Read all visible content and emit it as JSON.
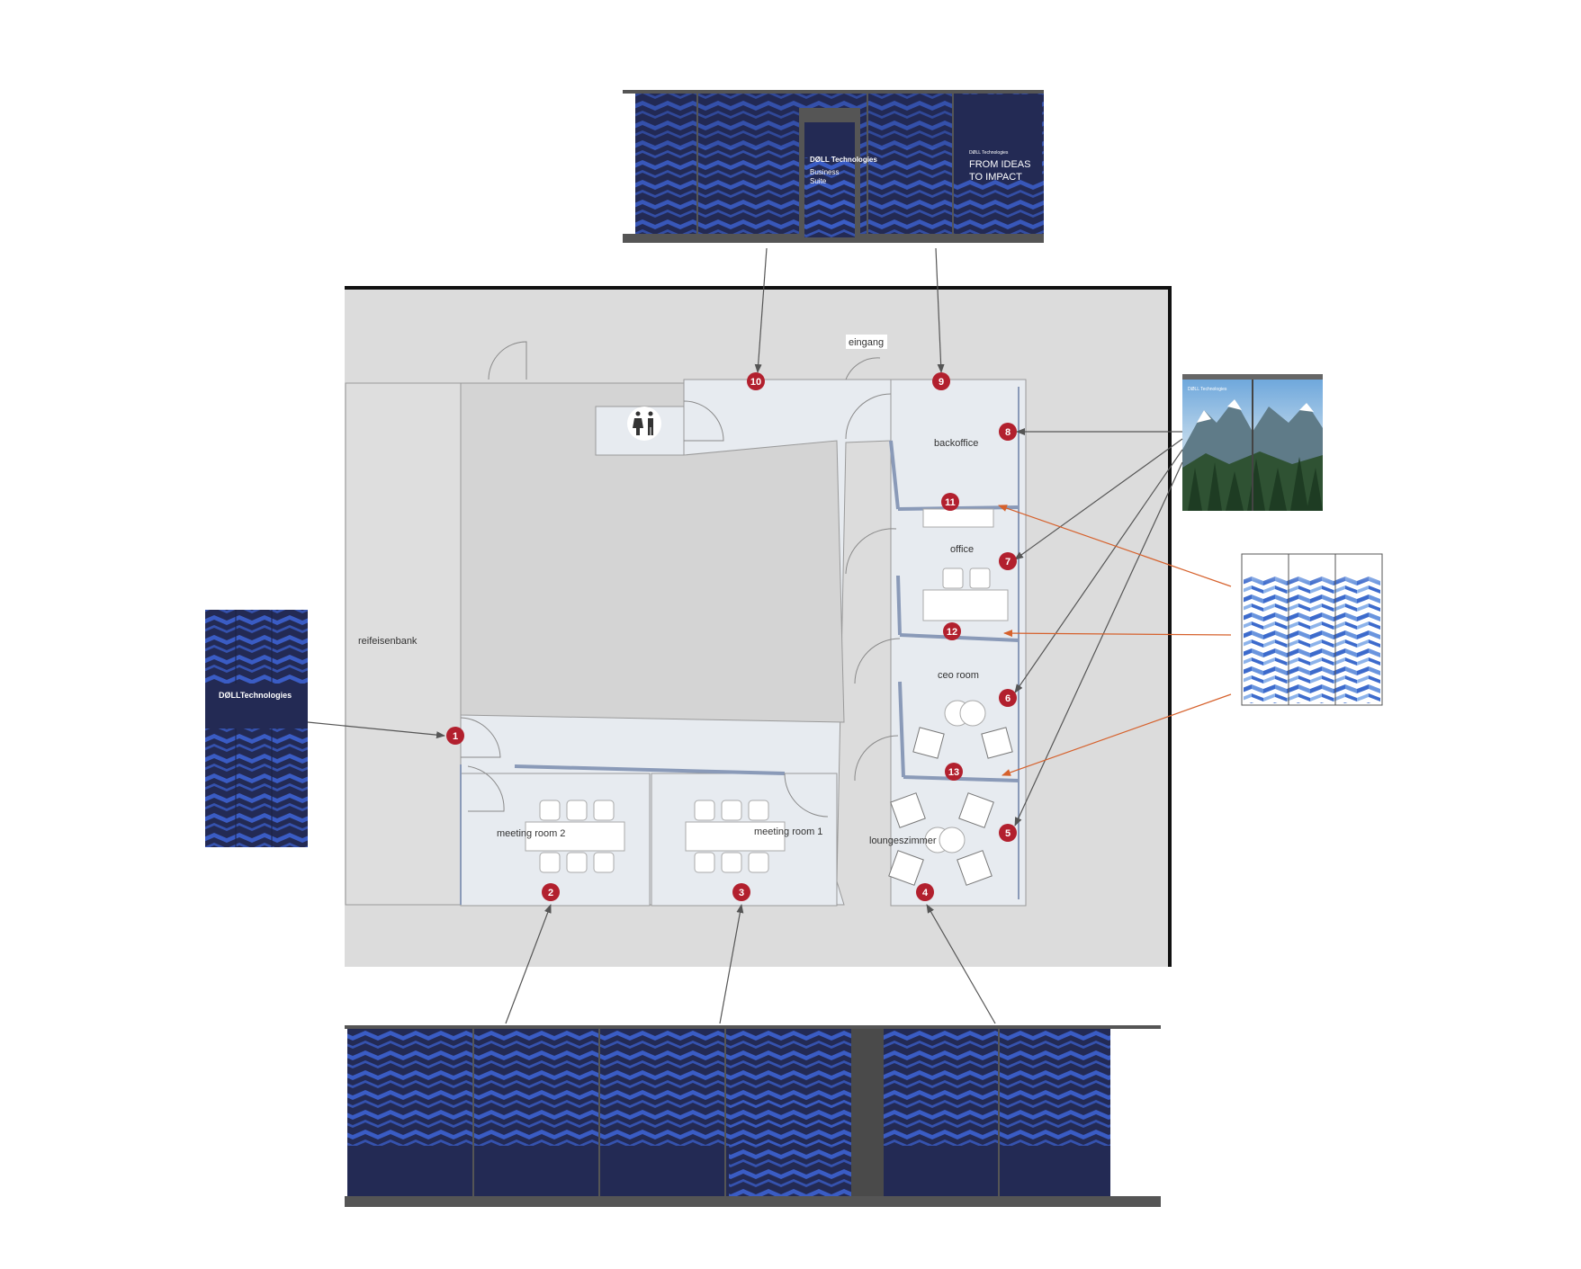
{
  "rooms": {
    "reifeisenbank": "reifeisenbank",
    "eingang": "eingang",
    "backoffice": "backoffice",
    "office": "office",
    "ceo_room": "ceo room",
    "loungeszimmer": "loungeszimmer",
    "meeting_room_1": "meeting room 1",
    "meeting_room_2": "meeting room 2"
  },
  "markers": [
    "1",
    "2",
    "3",
    "4",
    "5",
    "6",
    "7",
    "8",
    "9",
    "10",
    "11",
    "12",
    "13"
  ],
  "panels": {
    "logo_text": "DØLL Technologies",
    "door_logo": "DØLL Technologies",
    "door_line1": "Business",
    "door_line2": "Suite",
    "impact_logo": "DØLL Technologies",
    "impact_line1": "FROM IDEAS",
    "impact_line2": "TO IMPACT",
    "mountain_logo": "DØLL Technologies",
    "left_logo": "DØLLTechnologies"
  },
  "colors": {
    "navy": "#232a54",
    "stripe": "#3a5cc4",
    "floor": "#dcdcdc",
    "corridor": "#e7ebf0",
    "wall": "#8a9ab8",
    "marker": "#b2202e",
    "arrow_dark": "#555555",
    "arrow_orange": "#d6612c"
  },
  "icons": [
    "restroom-icon"
  ]
}
